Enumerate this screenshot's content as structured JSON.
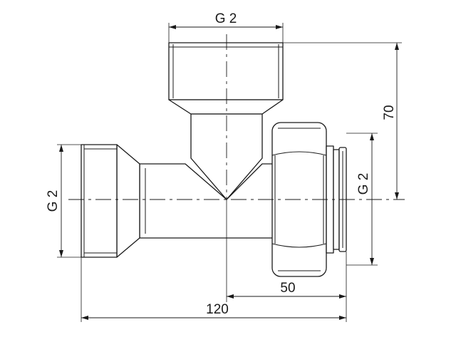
{
  "drawing": {
    "dimensions": {
      "top_thread": "G 2",
      "left_thread": "G 2",
      "right_thread": "G 2",
      "height": "70",
      "offset": "50",
      "length": "120"
    }
  }
}
